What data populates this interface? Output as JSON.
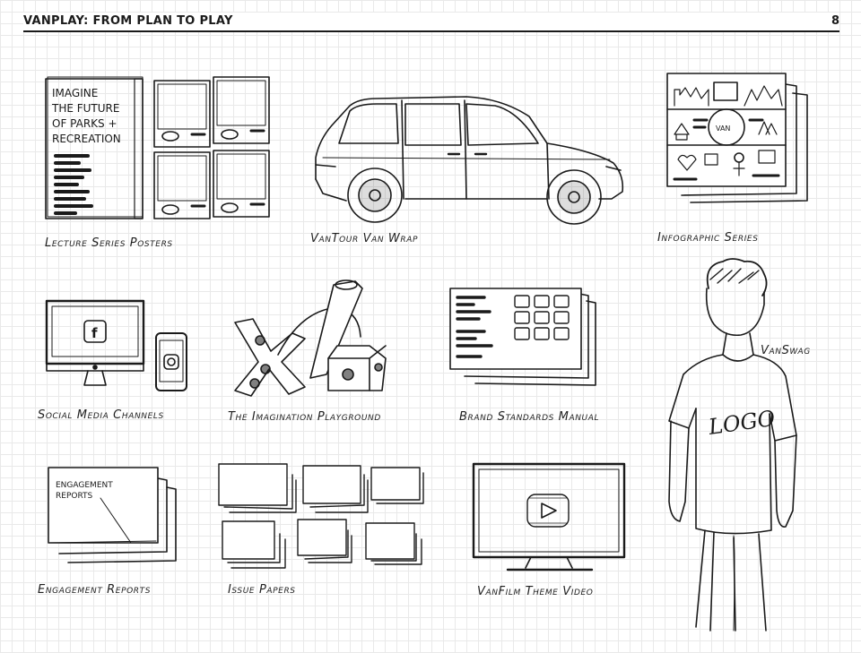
{
  "header": {
    "title": "VANPLAY: FROM PLAN TO PLAY",
    "page_number": "8"
  },
  "items": {
    "lecture_posters": {
      "caption": "Lecture Series Posters",
      "poster_lines": [
        "IMAGINE",
        "THE FUTURE",
        "OF PARKS +",
        "RECREATION"
      ]
    },
    "van_wrap": {
      "caption": "VanTour Van Wrap"
    },
    "infographic": {
      "caption": "Infographic Series",
      "badge_text": "VAN"
    },
    "vanswag": {
      "caption": "VanSwag",
      "shirt_text": "LOGO"
    },
    "social_media": {
      "caption": "Social Media Channels"
    },
    "playground": {
      "caption": "The Imagination Playground"
    },
    "brand_manual": {
      "caption": "Brand Standards Manual"
    },
    "engagement_reports": {
      "caption": "Engagement Reports",
      "cover_lines": [
        "ENGAGEMENT",
        "REPORTS"
      ]
    },
    "issue_papers": {
      "caption": "Issue Papers"
    },
    "theme_video": {
      "caption": "VanFilm Theme Video"
    }
  }
}
